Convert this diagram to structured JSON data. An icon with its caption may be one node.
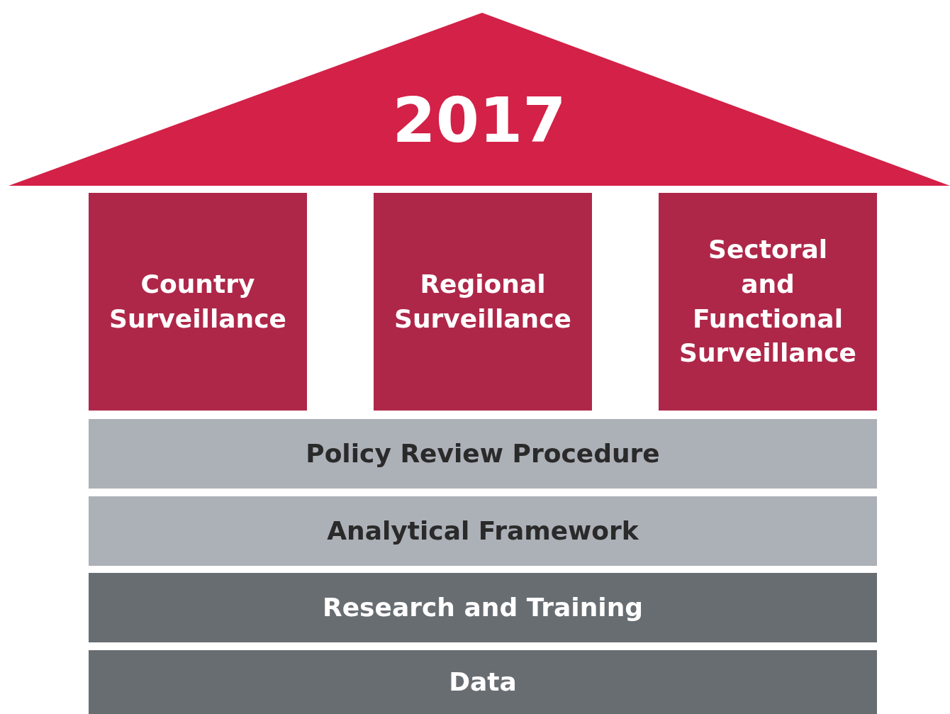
{
  "diagram": {
    "nodes": [
      {
        "text": [
          "2017"
        ]
      },
      {
        "text": [
          "Country Surveillance"
        ]
      },
      {
        "text": [
          "Regional Surveillance"
        ]
      },
      {
        "text": [
          "Sectoral and Functional Surveillance"
        ]
      },
      {
        "text": [
          "Policy Review Procedure"
        ]
      },
      {
        "text": [
          "Analytical Framework"
        ]
      },
      {
        "text": [
          "Research and Training"
        ]
      },
      {
        "text": [
          "Data"
        ]
      }
    ]
  }
}
